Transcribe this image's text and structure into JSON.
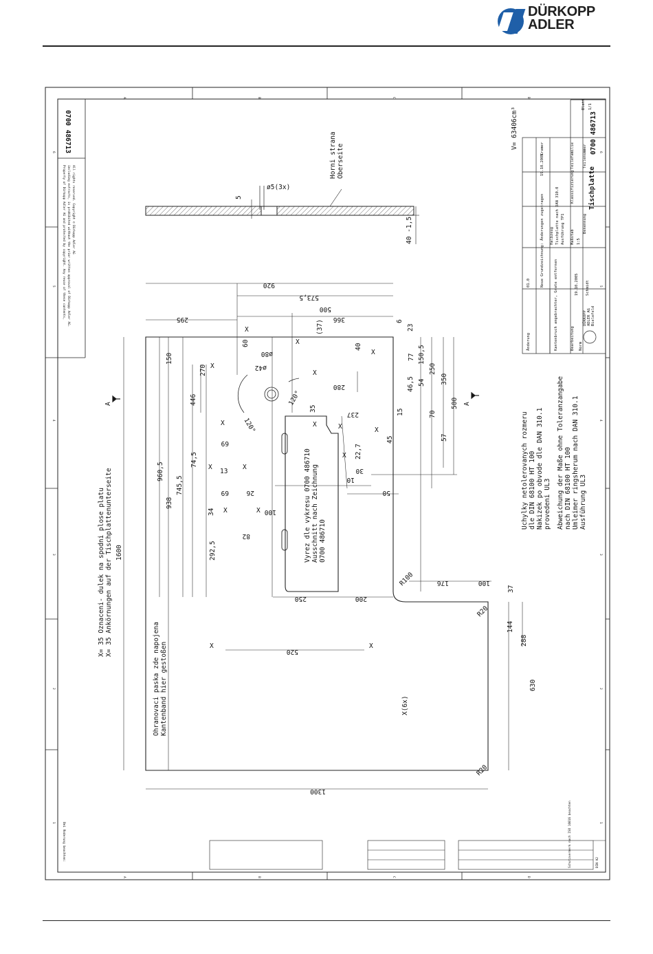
{
  "brand": {
    "line1": "DÜRKOPP",
    "line2": "ADLER",
    "color": "#1a1a1a"
  },
  "sheet": {
    "number_top": "0700 486713",
    "copyright": [
      "Property of Dürkopp Adler AG and protected by copyright. Any reuse of these contents,",
      "including extracts, is prohibited without the prior written approval of Dürkopp Adler AG.",
      "All rights reserved. Copyright © Dürkopp Adler AG"
    ],
    "note_bottom": "Bei Änderung beachten:",
    "din": "DIN A2",
    "volume": "V= 63406cm³",
    "grid_letters": [
      "A",
      "B",
      "C",
      "D"
    ],
    "grid_numbers": [
      "1",
      "2",
      "3",
      "4",
      "5",
      "6"
    ]
  },
  "title_block": {
    "title": "Tischplatte",
    "number": "0700 486713",
    "scale": "1:5",
    "material_line1": "Tischplatte nach DAN 310.0",
    "material_line2": "Ausführung TP1",
    "company": [
      "DÜRKOPP",
      "ADLER AG",
      "Bielefeld"
    ],
    "sheet_count": "1/1",
    "labels": {
      "halbzeug": "Halbzeug",
      "benennung": "Benennung",
      "massstab": "Maßstab",
      "teilenummer": "Teilenummer",
      "blatt": "Blatt",
      "klassifizierung": "Klassifizierung",
      "teilefamilie": "Teilefamilie",
      "bearbeitung": "Bearbeitung",
      "aenderung": "Änderung",
      "datum": "Datum",
      "name": "Name",
      "norm": "Norm",
      "gepr": "Gepr."
    },
    "revision": {
      "index": "01.0",
      "text": "Neue Grundzeichnung: Änderungen zugetragen",
      "date": "19.10.2005",
      "name": "Kramer"
    },
    "drawn": {
      "date": "19.10.2005",
      "name": "Schmidt",
      "checked": "Kramer"
    },
    "notes": [
      "Kantenbruch angebrachter, Grate entfernen",
      "Schutzvermerk nach ISO 16016 beachten"
    ]
  },
  "labels": {
    "upper_cz": "Horni strana",
    "upper_de": "Oberseite",
    "hole_note": "ø5(3x)",
    "edge_cz": "Ohranovaci paska zde napojena",
    "edge_de": "Kantenband hier gestoßen",
    "marking_cz": "X= 35 Oznaceni- dulek na spodni plose platu",
    "marking_de": "X= 35 Ankörnungen auf der Tischplattenunterseite",
    "cutout_l1": "Vyrez dle vykresu 0700 486710",
    "cutout_l2": "Ausschnitt nach Zeichnung",
    "cutout_l3": "0700 486710",
    "tol_cz1": "Uchylky netolerovanych rozmeru",
    "tol_cz2": "dle DIN 68100 HT 100",
    "tol_cz3": "Nakizek po obvode dle DAN 310.1",
    "tol_cz4": "provedeni UL3",
    "tol_de1": "Abweichung der Maße ohne Toleranzangabe",
    "tol_de2": "nach DIN 68100 HT 100",
    "tol_de3": "Umleimer ringsherum nach DAN 310.1",
    "tol_de4": "Ausführung UL3",
    "x6": "X(6x)",
    "section": "A"
  },
  "dims": {
    "d1600": "1600",
    "d1300": "1300",
    "d960": "960,5",
    "d938": "938",
    "d745": "745,5",
    "d446": "446",
    "d292": "292,5",
    "d270": "270",
    "d150": "150",
    "d74": "74,5",
    "d34": "34",
    "d13": "13",
    "d69a": "69",
    "d69b": "69",
    "d26": "26",
    "d82": "82",
    "d100a": "100",
    "d920": "920",
    "d573": "573,5",
    "d500": "500",
    "d366": "366",
    "d37p": "(37)",
    "d295": "295",
    "d280": "280",
    "d237": "237",
    "d35": "35",
    "d40": "40",
    "d60": "60",
    "d42": "ø42",
    "d80": "ø80",
    "d120a": "120°",
    "d120b": "120°",
    "d6": "6",
    "d23": "23",
    "d77": "77",
    "d150_5": "150,5",
    "d54": "54",
    "d46": "46,5",
    "d15": "15",
    "d70": "70",
    "d45": "45",
    "d57": "57",
    "d250a": "250",
    "d350": "350",
    "d500v": "500",
    "d22": "22,7",
    "d30": "30",
    "d10": "10",
    "d50": "50",
    "d520": "520",
    "d250b": "250",
    "d200": "200",
    "d176": "176",
    "d100b": "100",
    "d37": "37",
    "d144": "144",
    "d288": "288",
    "d630": "630",
    "r100": "R100",
    "r20a": "R20",
    "r20b": "R20",
    "d5": "5",
    "d40t": "40 -1,5"
  }
}
